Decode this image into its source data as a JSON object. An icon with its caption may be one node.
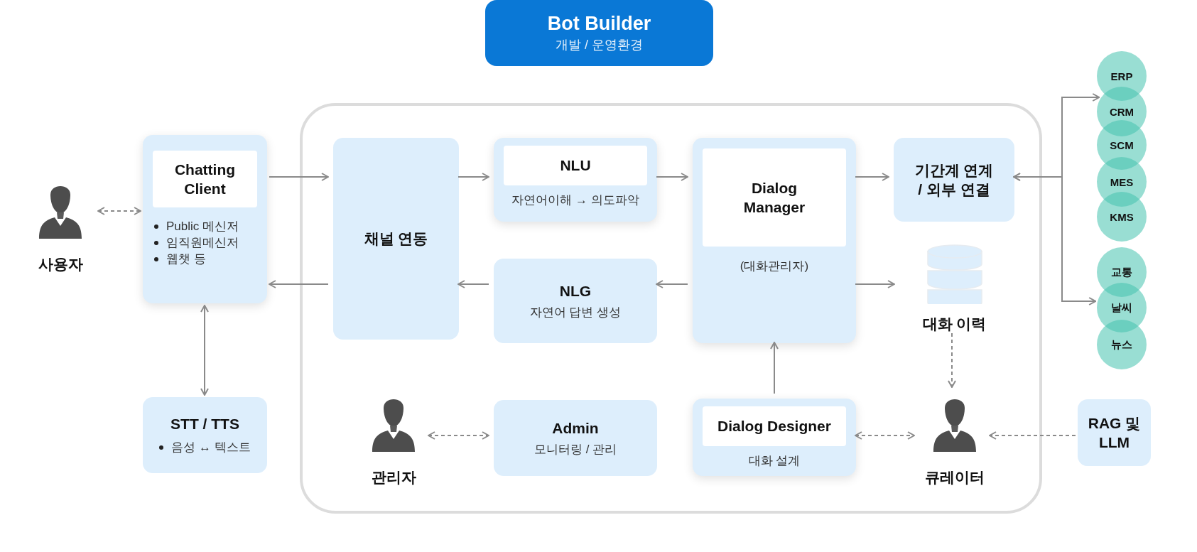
{
  "diagram": {
    "nodes": [
      {
        "text": [
          "Bot Builder",
          "개발 / 운영환경"
        ]
      },
      {
        "text": [
          "사용자"
        ]
      },
      {
        "text": [
          "Chatting Client",
          "Public 메신저",
          "임직원메신저",
          "웹챗 등"
        ]
      },
      {
        "text": [
          "STT / TTS",
          "음성 ↔ 텍스트"
        ]
      },
      {
        "text": [],
        "shape": "box"
      },
      {
        "text": [
          "채널 연동"
        ],
        "in": 4
      },
      {
        "text": [
          "NLU",
          "자연어이해 → 의도파악"
        ],
        "in": 4
      },
      {
        "text": [
          "Dialog Manager",
          "(대화관리자)"
        ],
        "in": 4
      },
      {
        "text": [
          "기간계 연계 / 외부 연결"
        ],
        "in": 4
      },
      {
        "text": [
          "NLG",
          "자연어 답변 생성"
        ],
        "in": 4
      },
      {
        "text": [
          "대화 이력"
        ],
        "in": 4
      },
      {
        "text": [
          "관리자"
        ],
        "in": 4
      },
      {
        "text": [
          "Admin",
          "모니터링 / 관리"
        ],
        "in": 4
      },
      {
        "text": [
          "Dialog Designer",
          "대화 설계"
        ],
        "in": 4
      },
      {
        "text": [
          "큐레이터"
        ],
        "in": 4
      },
      {
        "text": [
          "RAG 및 LLM"
        ]
      },
      {
        "text": [
          "ERP"
        ]
      },
      {
        "text": [
          "CRM"
        ]
      },
      {
        "text": [
          "SCM"
        ]
      },
      {
        "text": [
          "MES"
        ]
      },
      {
        "text": [
          "KMS"
        ]
      },
      {
        "text": [
          "교통"
        ]
      },
      {
        "text": [
          "날씨"
        ]
      },
      {
        "text": [
          "뉴스"
        ]
      }
    ],
    "edges": [
      {
        "from": 1,
        "to": 2,
        "arrow": "both",
        "style": "dashed"
      },
      {
        "from": 2,
        "to": 5,
        "arrow": "to"
      },
      {
        "from": 5,
        "to": 2,
        "arrow": "to"
      },
      {
        "from": 2,
        "to": 3,
        "arrow": "both"
      },
      {
        "from": 5,
        "to": 6,
        "arrow": "to"
      },
      {
        "from": 6,
        "to": 7,
        "arrow": "to"
      },
      {
        "from": 7,
        "to": 8,
        "arrow": "to"
      },
      {
        "from": 9,
        "to": 5,
        "arrow": "to"
      },
      {
        "from": 7,
        "to": 9,
        "arrow": "to"
      },
      {
        "from": 7,
        "to": 10,
        "arrow": "to"
      },
      {
        "from": 10,
        "to": 14,
        "arrow": "to",
        "style": "dashed"
      },
      {
        "from": 11,
        "to": 12,
        "arrow": "both",
        "style": "dashed"
      },
      {
        "from": 13,
        "to": 7,
        "arrow": "to"
      },
      {
        "from": 13,
        "to": 14,
        "arrow": "both",
        "style": "dashed"
      },
      {
        "from": 15,
        "to": 14,
        "arrow": "to",
        "style": "dashed"
      },
      {
        "from": 8,
        "to": 17,
        "arrow": "both"
      },
      {
        "from": 8,
        "to": 22,
        "arrow": "both"
      }
    ]
  }
}
